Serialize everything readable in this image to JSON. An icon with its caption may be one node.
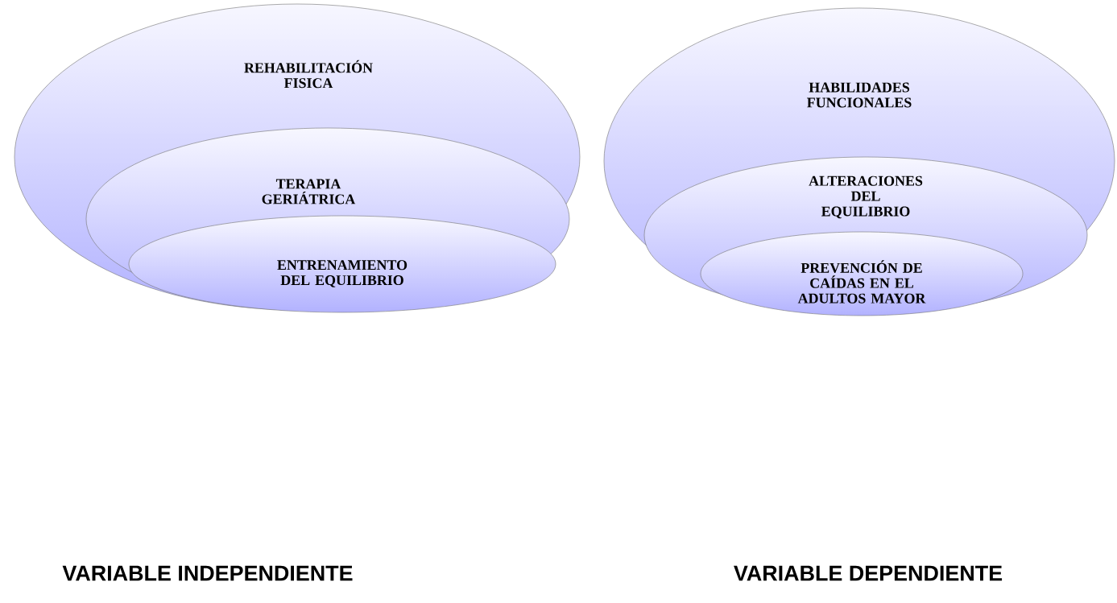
{
  "diagram": {
    "nodes": [
      {
        "text": [
          "REHABILITACIÓN FISICA"
        ]
      },
      {
        "text": [
          "TERAPIA GERIÁTRICA"
        ],
        "in": 0
      },
      {
        "text": [
          "ENTRENAMIENTO DEL EQUILIBRIO"
        ],
        "in": 1
      },
      {
        "text": [
          "HABILIDADES FUNCIONALES"
        ]
      },
      {
        "text": [
          "ALTERACIONES DEL EQUILIBRIO"
        ],
        "in": 3
      },
      {
        "text": [
          "PREVENCIÓN DE CAÍDAS EN EL ADULTOS MAYOR"
        ],
        "in": 4
      }
    ],
    "labels": [
      "VARIABLE INDEPENDIENTE",
      "VARIABLE DEPENDIENTE"
    ]
  }
}
